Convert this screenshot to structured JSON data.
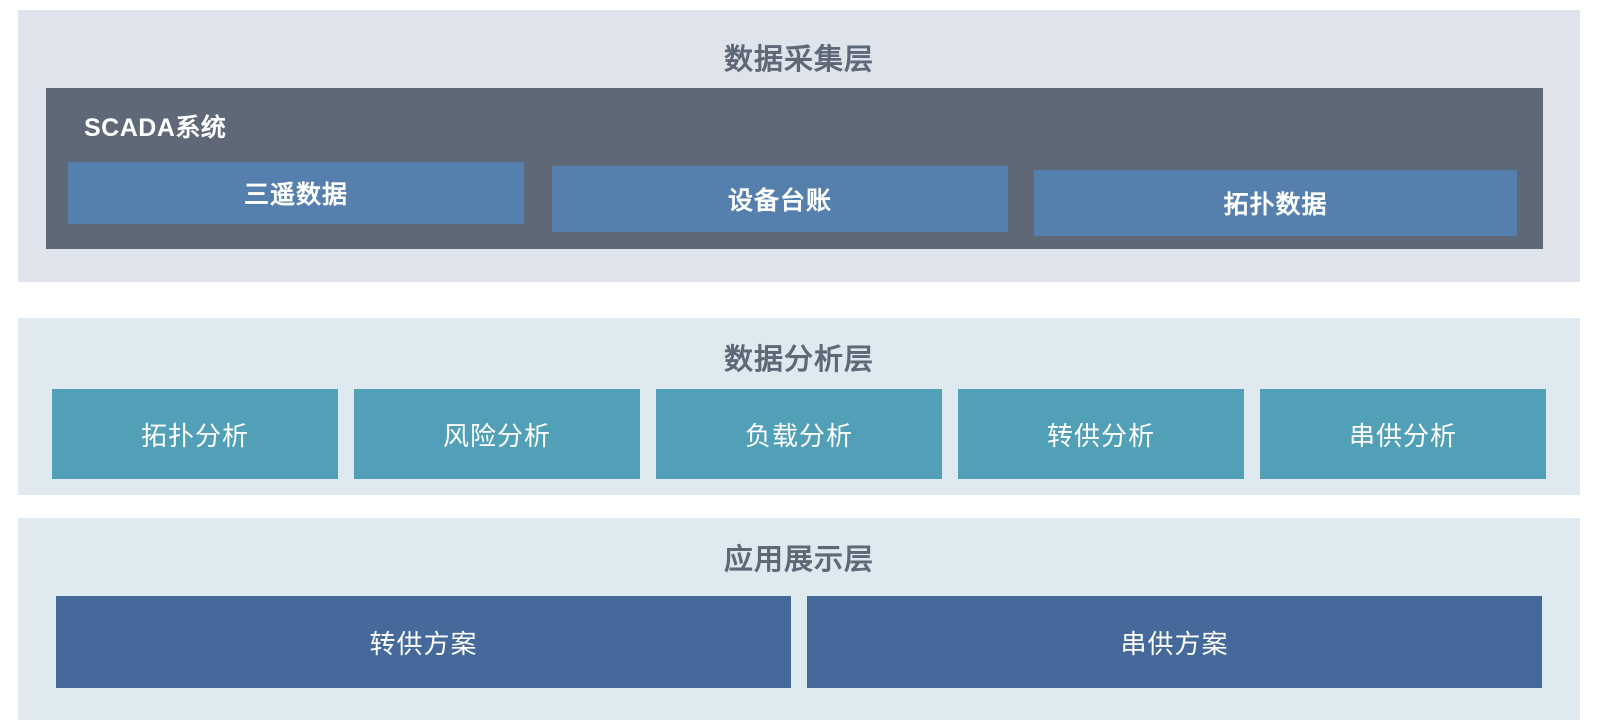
{
  "diagram": {
    "title": "",
    "layers": [
      {
        "id": "collection",
        "title": "数据采集层",
        "panel": {
          "title": "SCADA系统",
          "boxes": [
            {
              "label": "三遥数据"
            },
            {
              "label": "设备台账"
            },
            {
              "label": "拓扑数据"
            }
          ]
        }
      },
      {
        "id": "analysis",
        "title": "数据分析层",
        "boxes": [
          {
            "label": "拓扑分析"
          },
          {
            "label": "风险分析"
          },
          {
            "label": "负载分析"
          },
          {
            "label": "转供分析"
          },
          {
            "label": "串供分析"
          }
        ]
      },
      {
        "id": "application",
        "title": "应用展示层",
        "boxes": [
          {
            "label": "转供方案"
          },
          {
            "label": "串供方案"
          }
        ]
      }
    ]
  },
  "colors": {
    "layer_collection_bg": "#DEE3EC",
    "layer_analysis_bg": "#DEEAF0",
    "layer_application_bg": "#DEEAF0",
    "scada_panel_bg": "#5E6877",
    "scada_box_bg": "#5580AE",
    "analysis_box_bg": "#52A0B8",
    "application_box_bg": "#44699A",
    "title_text": "#5E6877",
    "box_text": "#FFFFFF",
    "page_bg": "#FFFFFF"
  }
}
